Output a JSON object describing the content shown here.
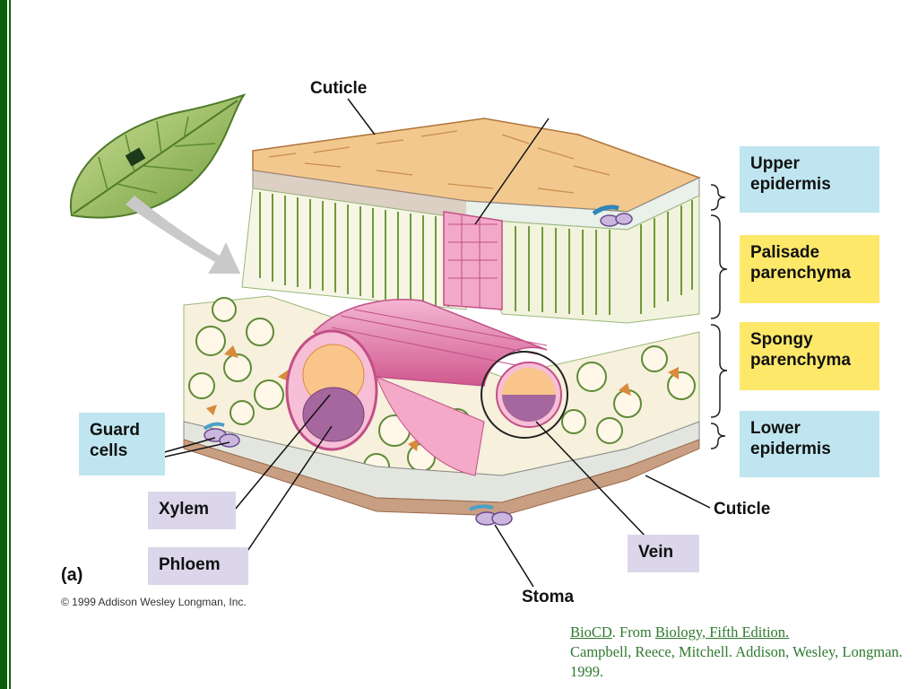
{
  "labels": {
    "cuticle_top": "Cuticle",
    "cuticle_bottom": "Cuticle",
    "upper_epidermis": "Upper epidermis",
    "palisade": "Palisade parenchyma",
    "spongy": "Spongy parenchyma",
    "lower_epidermis": "Lower epidermis",
    "guard_cells": "Guard cells",
    "xylem": "Xylem",
    "phloem": "Phloem",
    "vein": "Vein",
    "stoma": "Stoma",
    "figure_letter": "(a)",
    "copyright": "© 1999 Addison Wesley Longman, Inc."
  },
  "credit": {
    "link1": "BioCD",
    "text1": ". From ",
    "link2": "Biology, Fifth Edition.",
    "text2": "Campbell, Reece, Mitchell. Addison, Wesley, Longman. 1999."
  },
  "colors": {
    "rail": "#0b5e0b",
    "label_blue": "#bfe6f0",
    "label_yellow": "#fde86a",
    "label_purple": "#dcd6ea",
    "credit_green": "#2f7a2f"
  }
}
